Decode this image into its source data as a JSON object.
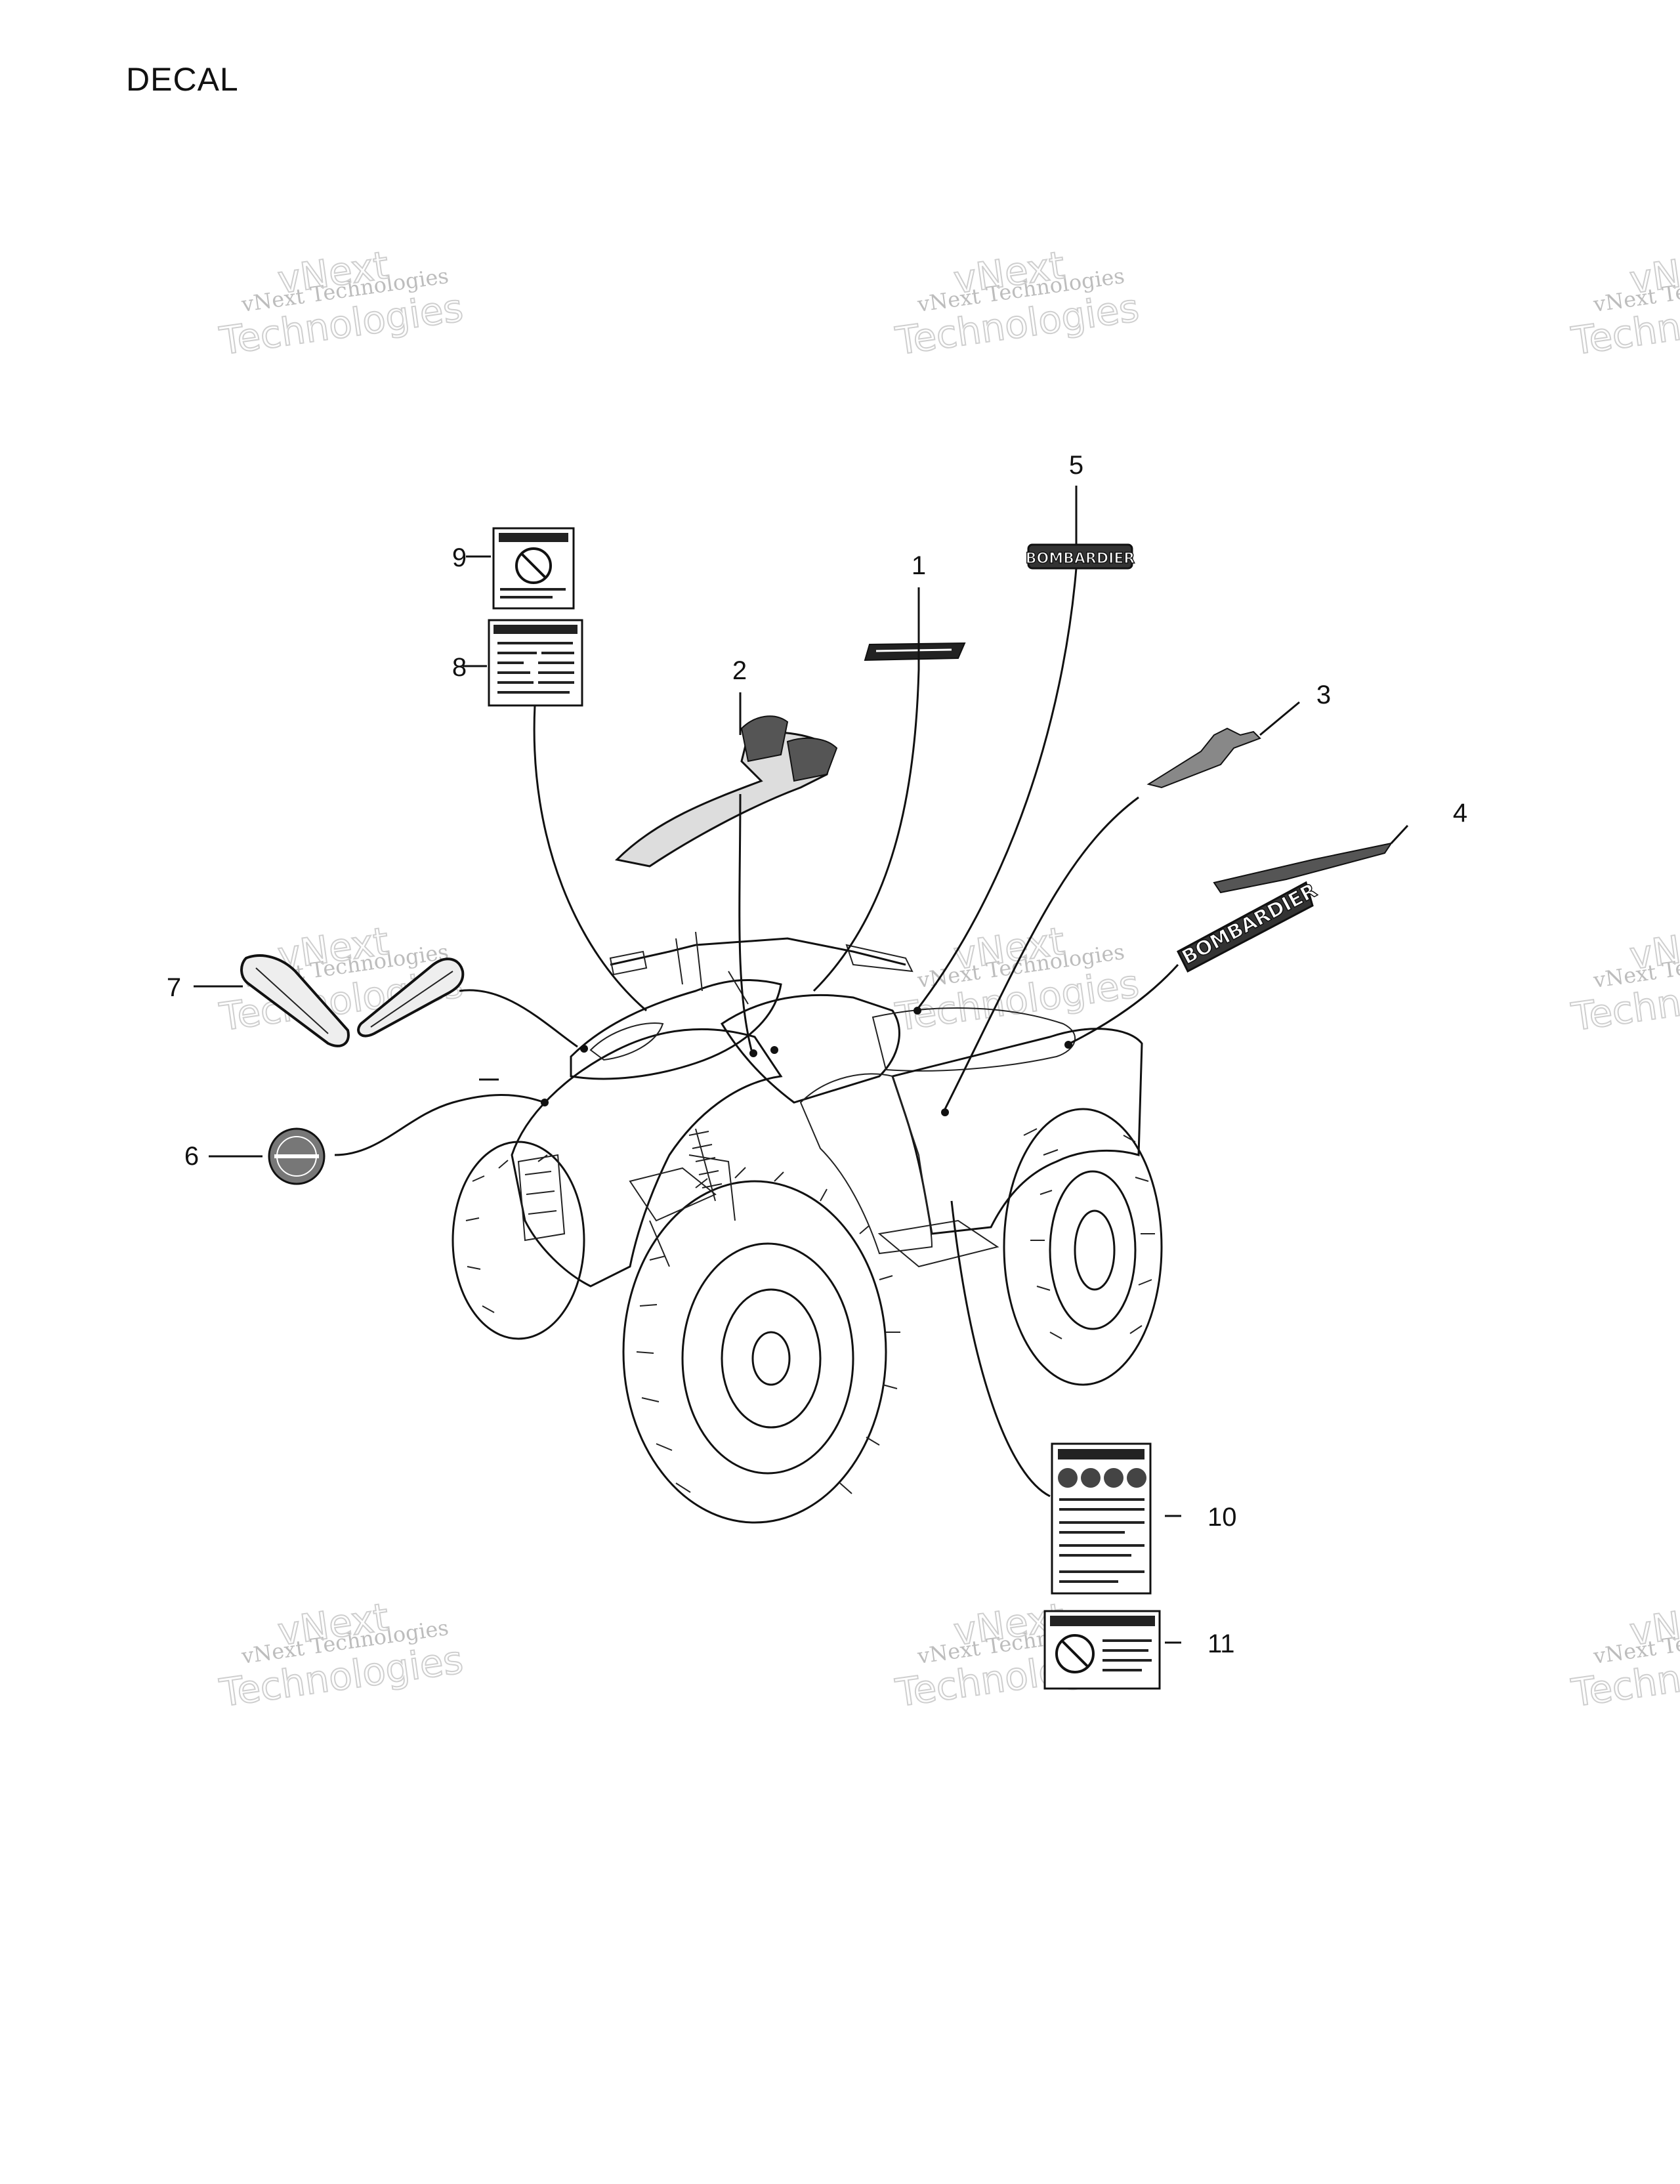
{
  "page": {
    "title": "DECAL"
  },
  "callouts": [
    {
      "id": "1",
      "label": "1"
    },
    {
      "id": "2",
      "label": "2"
    },
    {
      "id": "3",
      "label": "3"
    },
    {
      "id": "4",
      "label": "4"
    },
    {
      "id": "5",
      "label": "5"
    },
    {
      "id": "6",
      "label": "6"
    },
    {
      "id": "7",
      "label": "7"
    },
    {
      "id": "8",
      "label": "8"
    },
    {
      "id": "9",
      "label": "9"
    },
    {
      "id": "10",
      "label": "10"
    },
    {
      "id": "11",
      "label": "11"
    }
  ],
  "decals": {
    "bombardier_wordmark": "BOMBARDIER",
    "bombardier_wordmark_upper": "BOMBARDIER"
  },
  "watermark": {
    "line1": "vNext Technologies",
    "line2a": "vNext",
    "line2b": "Technologies"
  }
}
